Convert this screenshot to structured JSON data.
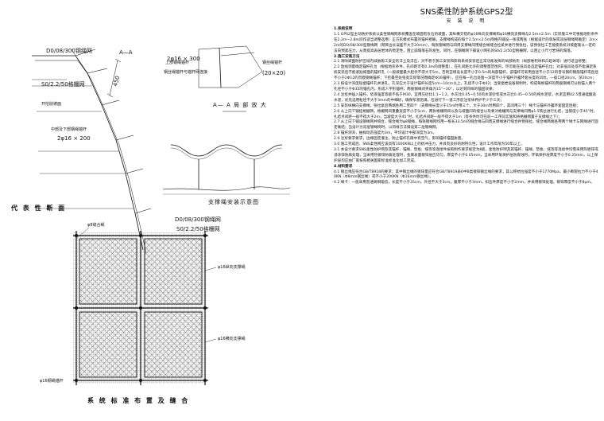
{
  "drawing": {
    "labels": {
      "net_top_spec": "D0/08/300钢绳网",
      "net_inner_spec": "S0/2.2/50格栅网",
      "anchor_note": "上部钢绳锚杆",
      "anchor_size_top": "2φ16 × 300",
      "section_a": "A—A",
      "dim_450": "450",
      "top_rope_note": "钢丝绳锚杆与锚杆网连接",
      "rope_anchor_note": "钢丝绳锚杆",
      "rope_anchor_size": "(20×20)",
      "slope_note": "开挖削坡面",
      "mid_anchor_note": "中部及下部钢绳锚杆",
      "anchor_size_bottom": "2φ16 × 200",
      "section_a_detail": "A— A 局 部 放 大",
      "tie_rope_note": "支撑绳安装示意图",
      "side_title": "代 表 性 断 面",
      "net_top_spec_2": "D0/08/300钢绳网",
      "net_inner_spec_2": "S0/2.2/50格栅网",
      "tie_wire": "φ8缝合绳",
      "rope_right_1": "φ16纵向支撑绳",
      "rope_right_2": "φ16横向支撑绳",
      "anchor_bottom": "φ16钢绳锚杆",
      "layout_title": "系 统 标 准 布 置 及 缝 合"
    }
  },
  "spec": {
    "title": "SNS柔性防护系统GPS2型",
    "subtitle": "安 装 说 明",
    "paragraphs": [
      {
        "text": "1.系统说明",
        "heading": true
      },
      {
        "text": "1.1 GPS2型主动防护系统以柔性钢绳网系统覆盖在坡面有危石的坡面，其纵横交错的φ16纵向支撑绳和φ16横向支撑绳与2.5m×2.5m（实际施工中可根据地形条件在2.2m~2.8m间作适当调整选用）正方形模式布置的锚杆相联，支撑绳构成的每个2.5m×2.5m网格内铺设一张或两张（根据设计的单层或双层钢绳网确定）2m×2m的DO/08/300型钢绳网（网目边长误差不大于20mm），每张钢绳网与四周支撑绳间用缝合绳缝合拉紧并进行预张拉，该预张拉工艺能使系统对坡面施以一定的法向预紧压力，从而提高表层岩体的稳定性，阻止崩塌落石的发生。同时，在钢绳网下铺设小网孔的S0/2.2/50型格栅网，以阻止小尺寸岩块的塌落。",
        "heading": false
      },
      {
        "text": "2.施工安装方法",
        "heading": true
      },
      {
        "text": "2.1 清除坡面防护区域内威胁施工安全的浮土及浮石，对不稳于施工安装和影响系统安装后正常功能发挥的局部地形（局部堆积体和凸起体等）进行适当修整；",
        "heading": false
      },
      {
        "text": "2.2 放线测量确定锚杆孔位（根据地形条件，孔间距可有0.3m的调整量），在孔间距允许的调整量范围内，尽可能在低凹处选定锚杆孔位；对非低凹处或不能满足系统安装后不能紧贴坡面的锚杆孔（一般坡面最大起伏不得大于5m，否则宜增设长度不小于0.5m的局部锚杆，该锚杆可采用直径不小于12的普号钢的钢筋锚杆或直径不小于2Φ12的页膜钢绳锚杆；下挖最空处张宽实际情况而确定Φ16锚杆），应在每一孔位处凿一深度不小于锚杆外露环套长度的凹坑，一般口径20cm，深20cm；",
        "heading": false
      },
      {
        "text": "2.3 按设计深度钻凿锚杆孔并清孔，孔深应大于设计锚杆长度5cm~10cm以上，孔径不小于Φ42；当受凿岩设备限制时，构成每根锚杆的两股钢绳可分别锚入两个孔径不小于Φ35的锚孔内，形成人字形锚杆，两股钢绳间夹角为15°~30°，以达到同样的锚固效果；",
        "heading": false
      },
      {
        "text": "2.4 注浆并插入锚杆，浆液强度等级不低于M30，宜用灰砂比1:1~1.2，水灰比0.45~0.50的水泥砂浆或水灰比0.45~0.50的纯水泥浆，水泥宜用42.5普通硅酸盐水泥，优先选用粒径不大于3mm的中细砂，确保浆液饱满，在进行下一道工序前注浆体养护不少于三天；",
        "heading": false
      },
      {
        "text": "2.5 安装纵横向支撑绳，张拉紧后两端各用二至四个（支撑绳长度小于15m时用三个，大于30m时用四个，其间用三个）绳卡与锚杆外露环套固定连接；",
        "heading": false
      },
      {
        "text": "2.6 从上向下铺挂格栅网，格栅网间重叠宽度不小于5cm，两张格栅网间以及与坡面间的缝合以及要对格栅网与支撑绳间用φ1.5铁丝进行扎结，当坡度小于45°时，扎结点间距一般不得大于2m，当坡度大于45°时，扎结点间距一般不得大于1m（有条件时可在前一工序前实施和将格栅网置于支撑绳之下）；",
        "heading": false
      },
      {
        "text": "2.7 从上向下铺设钢绳网并缝合，缝合绳为φ8钢绳，每张钢绳网均用一根长33.5m的缝合绳与四周支撑绳进行缝合并预张拉，缝合绳两端各用两个绳卡与网绳进行固定联结；当设计为双层钢绳网时，以同样方法铺设第二层钢绳网。",
        "heading": false
      },
      {
        "text": "2.8 锚杆测深，抽样动态强度为3m，平均设计中部深度为3m。",
        "heading": false
      },
      {
        "text": "2.9 注浆要求要求，边缘固定灌注，防止锚杆孔眼中有空气，影响锚杆锚固质量。",
        "heading": false
      },
      {
        "text": "3.0 施工完成后，SNS柔性网应该具有1000KN以上的抗冲击力，并具有良好的耐持久性，设计工作年限为50年以上。",
        "heading": false
      },
      {
        "text": "3.1 本设计要求SNS柔性防护网及其锚杆、锚绳、垫板、缝等等连接件按照制作要求规定为Ⅱ级，柔性防护网及其锚杆、锚绳、垫板、缝等等连接件均需采用热镀锌或浸涂锌防腐处理，当采用热镀锌防腐处理时，金属表面镀锌层应均匀，厚度不小于0.05mm，当采用环氧保护层防腐蚀时，环氧保护层厚度不小于0.25mm，以上保护层均应由厂家按照相关国家标准标准化加工完成。",
        "heading": false
      },
      {
        "text": "4.材料要求",
        "heading": true
      },
      {
        "text": "4.1 钢丝绳应符合GB/T8918的要求；其中钢丝绳的镀锌量应符合GB/T8919表6中B类镀锌钢丝绳的要求，其公称抗拉强度不小于1770Mpa，最小断裂拉力不小于40KN（Φ8mm钢丝绳）或不小于200KN（Φ16mm钢丝绳）。",
        "heading": false
      },
      {
        "text": "4.2 绳卡：一般采用普通铸钢锻造，长度不小于35cm，外径不大于3cm，腹厚不小于3mm，扣压件厚度不小于2mm，并采用镀锌处理，镀锌厚度不小于8μm。",
        "heading": false
      }
    ]
  }
}
